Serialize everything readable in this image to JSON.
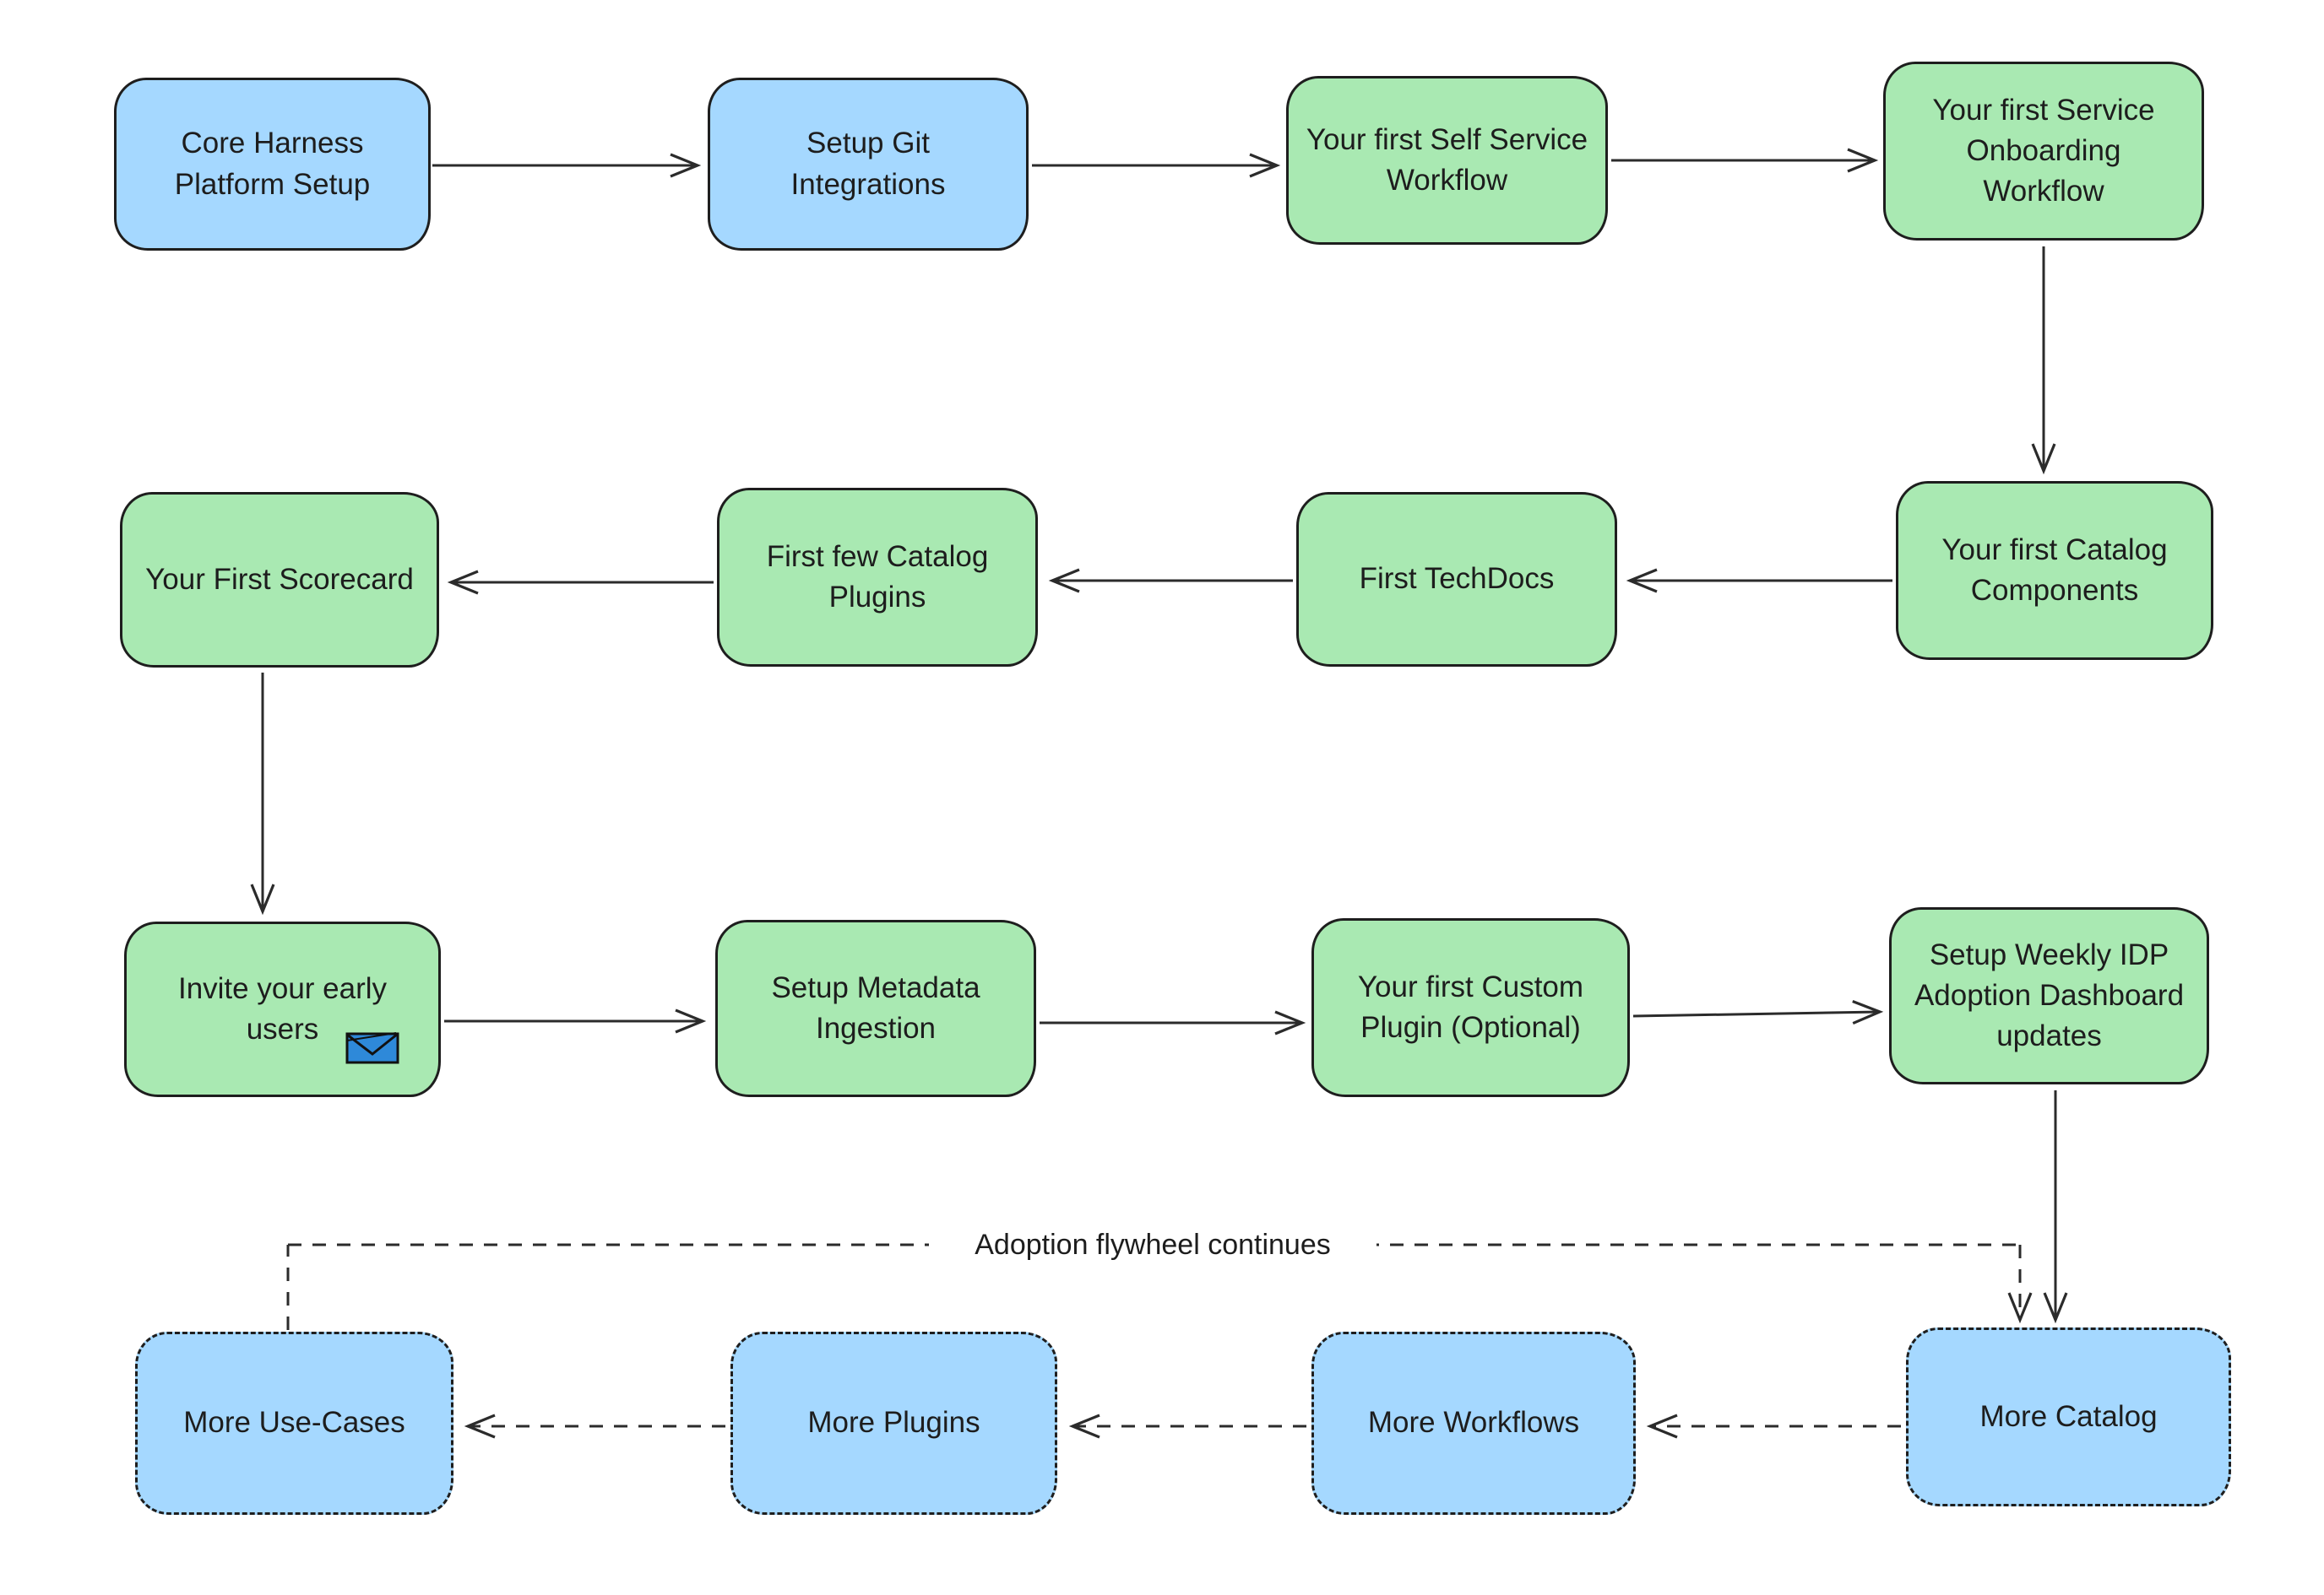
{
  "flywheel_label": "Adoption flywheel continues",
  "colors": {
    "node_blue": "#a5d8ff",
    "node_green": "#a9e9b2",
    "stroke": "#1e1e1e",
    "arrow": "#2b2b2b",
    "text": "#1d1d1d",
    "envelope_blue": "#2e89d9",
    "background": "#ffffff"
  },
  "nodes": [
    {
      "id": "core-harness-platform-setup",
      "label": "Core Harness Platform Setup",
      "color": "blue",
      "border": "solid"
    },
    {
      "id": "setup-git-integrations",
      "label": "Setup Git Integrations",
      "color": "blue",
      "border": "solid"
    },
    {
      "id": "first-self-service-workflow",
      "label": "Your first Self Service Workflow",
      "color": "green",
      "border": "solid"
    },
    {
      "id": "first-service-onboarding-workflow",
      "label": "Your first Service Onboarding Workflow",
      "color": "green",
      "border": "solid"
    },
    {
      "id": "first-scorecard",
      "label": "Your First Scorecard",
      "color": "green",
      "border": "solid"
    },
    {
      "id": "first-few-catalog-plugins",
      "label": "First few Catalog Plugins",
      "color": "green",
      "border": "solid"
    },
    {
      "id": "first-techdocs",
      "label": "First TechDocs",
      "color": "green",
      "border": "solid"
    },
    {
      "id": "first-catalog-components",
      "label": "Your first Catalog Components",
      "color": "green",
      "border": "solid"
    },
    {
      "id": "invite-early-users",
      "label": "Invite your early users",
      "color": "green",
      "border": "solid",
      "icon": "envelope-icon"
    },
    {
      "id": "setup-metadata-ingestion",
      "label": "Setup Metadata Ingestion",
      "color": "green",
      "border": "solid"
    },
    {
      "id": "first-custom-plugin",
      "label": "Your first Custom Plugin (Optional)",
      "color": "green",
      "border": "solid"
    },
    {
      "id": "weekly-idp-adoption-dashboard",
      "label": "Setup Weekly IDP Adoption Dashboard updates",
      "color": "green",
      "border": "solid"
    },
    {
      "id": "more-use-cases",
      "label": "More Use-Cases",
      "color": "blue",
      "border": "dashed"
    },
    {
      "id": "more-plugins",
      "label": "More Plugins",
      "color": "blue",
      "border": "dashed"
    },
    {
      "id": "more-workflows",
      "label": "More Workflows",
      "color": "blue",
      "border": "dashed"
    },
    {
      "id": "more-catalog",
      "label": "More Catalog",
      "color": "blue",
      "border": "dashed"
    }
  ],
  "edges": [
    {
      "from": "core-harness-platform-setup",
      "to": "setup-git-integrations",
      "style": "solid"
    },
    {
      "from": "setup-git-integrations",
      "to": "first-self-service-workflow",
      "style": "solid"
    },
    {
      "from": "first-self-service-workflow",
      "to": "first-service-onboarding-workflow",
      "style": "solid"
    },
    {
      "from": "first-service-onboarding-workflow",
      "to": "first-catalog-components",
      "style": "solid"
    },
    {
      "from": "first-catalog-components",
      "to": "first-techdocs",
      "style": "solid"
    },
    {
      "from": "first-techdocs",
      "to": "first-few-catalog-plugins",
      "style": "solid"
    },
    {
      "from": "first-few-catalog-plugins",
      "to": "first-scorecard",
      "style": "solid"
    },
    {
      "from": "first-scorecard",
      "to": "invite-early-users",
      "style": "solid"
    },
    {
      "from": "invite-early-users",
      "to": "setup-metadata-ingestion",
      "style": "solid"
    },
    {
      "from": "setup-metadata-ingestion",
      "to": "first-custom-plugin",
      "style": "solid"
    },
    {
      "from": "first-custom-plugin",
      "to": "weekly-idp-adoption-dashboard",
      "style": "solid"
    },
    {
      "from": "weekly-idp-adoption-dashboard",
      "to": "more-catalog",
      "style": "solid"
    },
    {
      "from": "more-catalog",
      "to": "more-workflows",
      "style": "dashed"
    },
    {
      "from": "more-workflows",
      "to": "more-plugins",
      "style": "dashed"
    },
    {
      "from": "more-plugins",
      "to": "more-use-cases",
      "style": "dashed"
    },
    {
      "from": "more-use-cases",
      "to": "more-catalog",
      "style": "dashed",
      "label": "Adoption flywheel continues"
    }
  ]
}
